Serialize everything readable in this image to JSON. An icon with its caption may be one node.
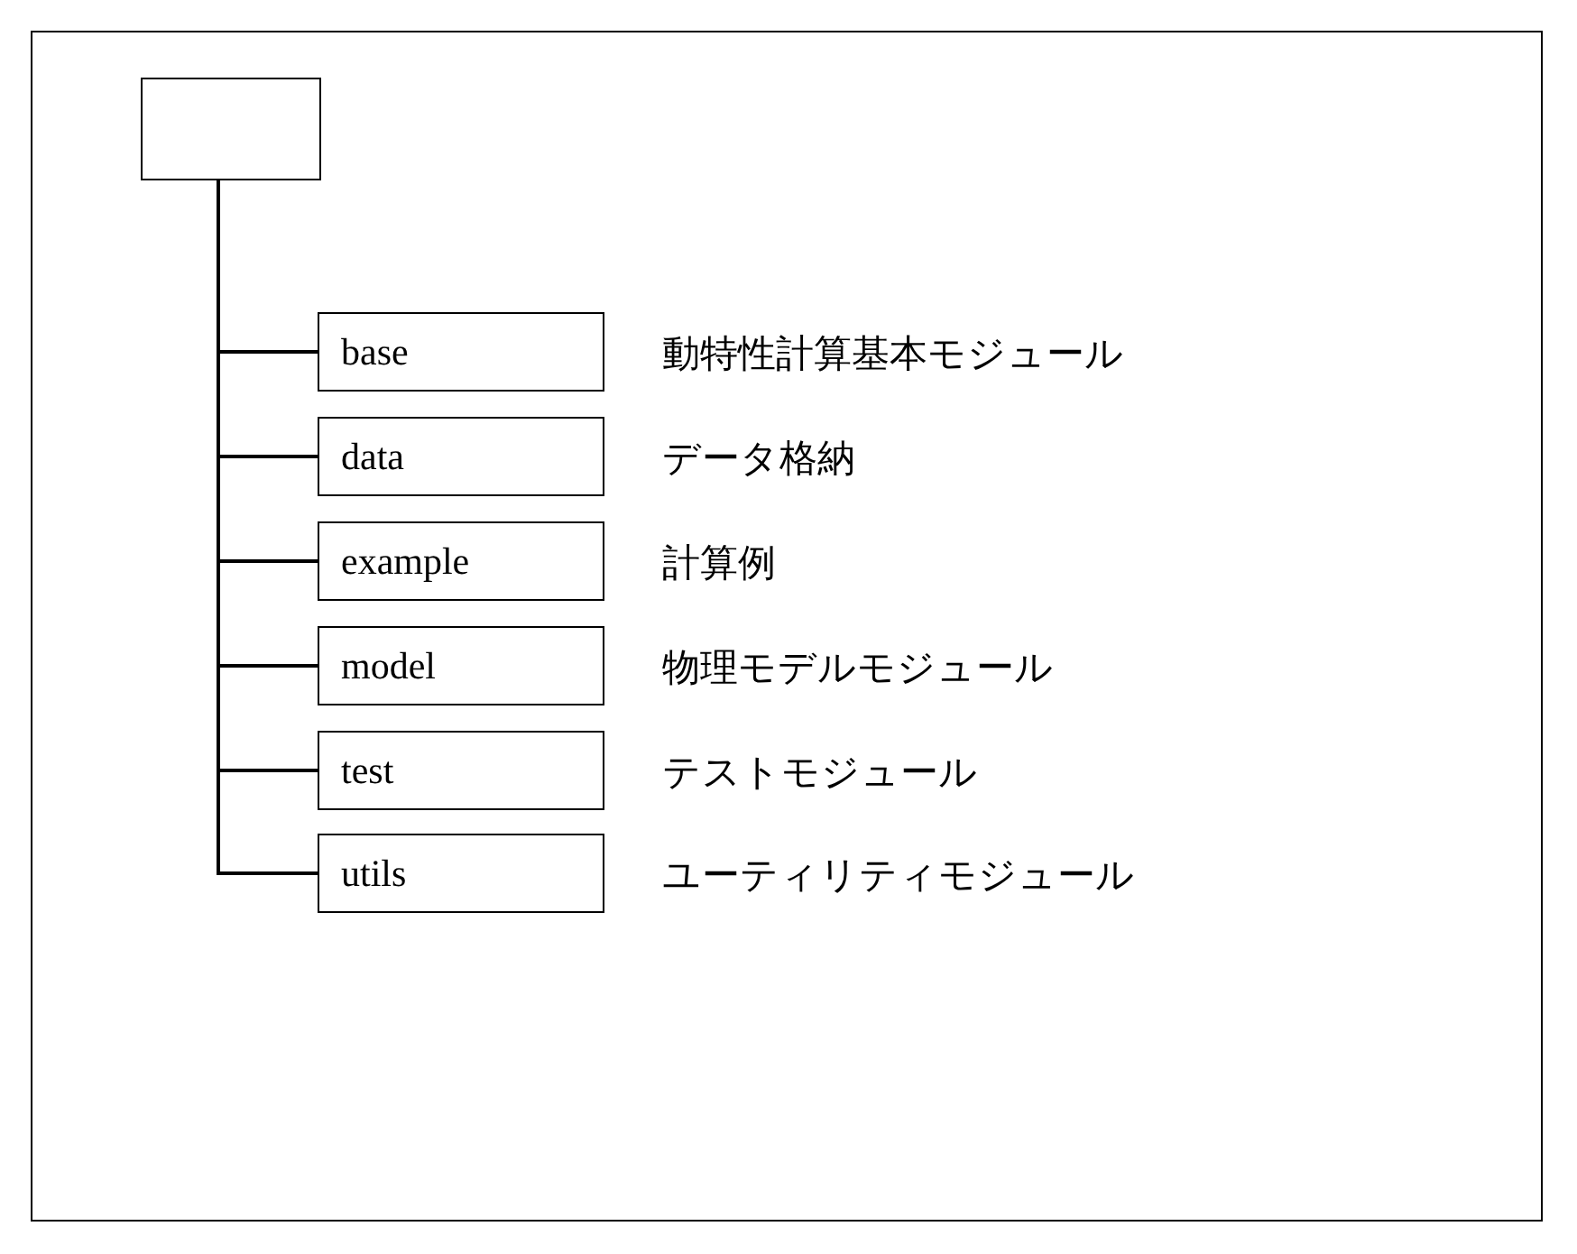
{
  "diagram": {
    "nodes": [
      {
        "text": [],
        "shape": "box"
      },
      {
        "text": [
          "base"
        ],
        "beside": [
          "動特性計算基本モジュール"
        ]
      },
      {
        "text": [
          "data"
        ],
        "beside": [
          "データ格納"
        ]
      },
      {
        "text": [
          "example"
        ],
        "beside": [
          "計算例"
        ]
      },
      {
        "text": [
          "model"
        ],
        "beside": [
          "物理モデルモジュール"
        ]
      },
      {
        "text": [
          "test"
        ],
        "beside": [
          "テストモジュール"
        ]
      },
      {
        "text": [
          "utils"
        ],
        "beside": [
          "ユーティリティモジュール"
        ]
      }
    ],
    "edges": [
      {
        "from": 0,
        "to": 1,
        "arrow": "none"
      },
      {
        "from": 0,
        "to": 2,
        "arrow": "none"
      },
      {
        "from": 0,
        "to": 3,
        "arrow": "none"
      },
      {
        "from": 0,
        "to": 4,
        "arrow": "none"
      },
      {
        "from": 0,
        "to": 5,
        "arrow": "none"
      },
      {
        "from": 0,
        "to": 6,
        "arrow": "none"
      }
    ]
  }
}
